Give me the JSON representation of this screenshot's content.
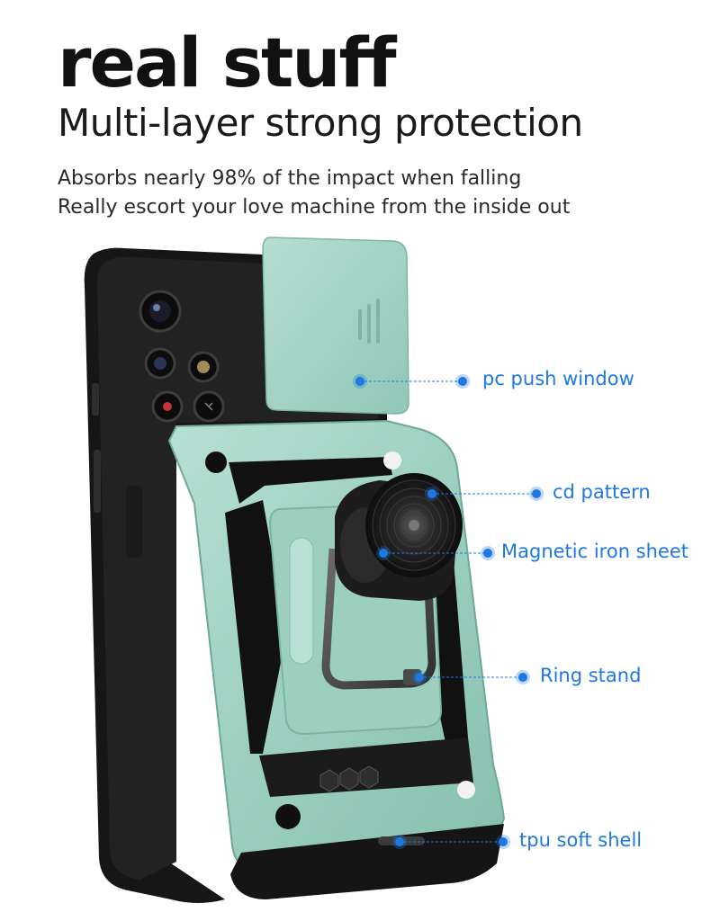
{
  "headline": "real stuff",
  "subheadline": "Multi-layer strong protection",
  "description": [
    "Absorbs nearly 98% of the impact when falling",
    "Really escort your love machine from the inside out"
  ],
  "callouts": [
    {
      "id": "pc-push-window",
      "label": "pc push window"
    },
    {
      "id": "cd-pattern",
      "label": "cd pattern"
    },
    {
      "id": "magnetic-iron-sheet",
      "label": "Magnetic iron sheet"
    },
    {
      "id": "ring-stand",
      "label": "Ring stand"
    },
    {
      "id": "tpu-soft-shell",
      "label": "tpu soft shell"
    }
  ],
  "colors": {
    "accent": "#1f78e0",
    "case_green": "#a8d5c8",
    "phone_black": "#161616"
  }
}
